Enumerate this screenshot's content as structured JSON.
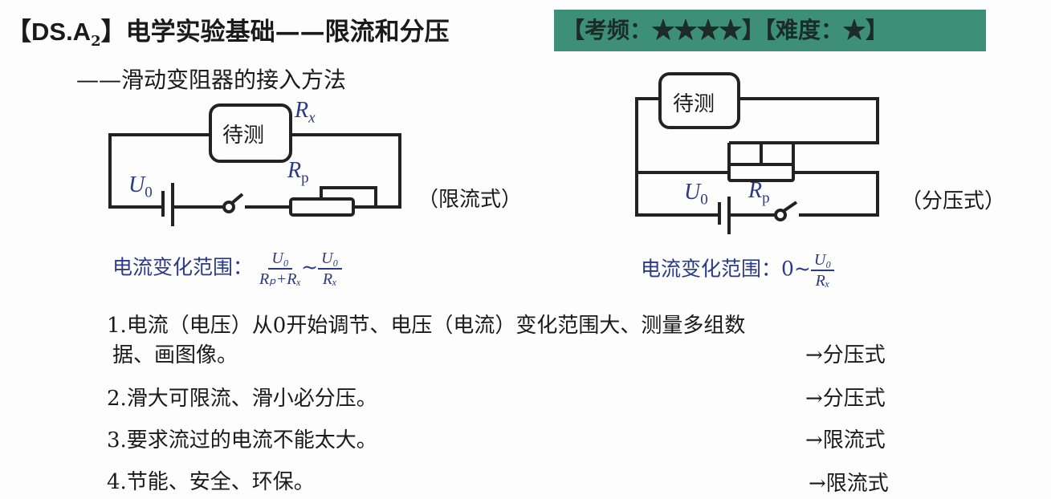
{
  "header": {
    "code": "【DS.A",
    "code_sub": "2",
    "code_end": "】",
    "title": "电学实验基础——限流和分压",
    "badge": "【考频：★★★★】【难度：★】",
    "subtitle": "——滑动变阻器的接入方法"
  },
  "left_circuit": {
    "device": "待测",
    "rx": "R",
    "rx_sub": "x",
    "rp": "R",
    "rp_sub": "p",
    "u": "U",
    "u_sub": "0",
    "mode": "（限流式）",
    "range_label": "电流变化范围：",
    "frac1_num": "U₀",
    "frac1_den": "Rₚ+Rₓ",
    "tilde": "~",
    "frac2_num": "U₀",
    "frac2_den": "Rₓ"
  },
  "right_circuit": {
    "device": "待测",
    "rp": "R",
    "rp_sub": "p",
    "u": "U",
    "u_sub": "0",
    "mode": "（分压式）",
    "range_label": "电流变化范围：",
    "zero": "0~",
    "frac_num": "U₀",
    "frac_den": "Rₓ"
  },
  "points": [
    {
      "text": "1.电流（电压）从0开始调节、电压（电流）变化范围大、测量多组数",
      "text2": "据、画图像。",
      "result": "→分压式"
    },
    {
      "text": "2.滑大可限流、滑小必分压。",
      "result": "→分压式"
    },
    {
      "text": "3.要求流过的电流不能太大。",
      "result": "→限流式"
    },
    {
      "text": "4.节能、安全、环保。",
      "result": "→限流式"
    }
  ],
  "colors": {
    "banner": "#3d8f78",
    "formula": "#2b3a86"
  }
}
